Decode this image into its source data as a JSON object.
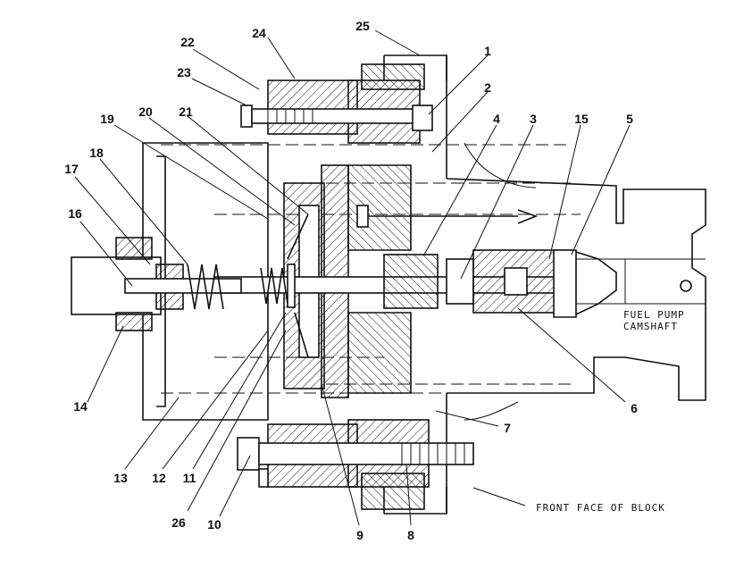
{
  "callouts": [
    {
      "id": "1",
      "text": "1"
    },
    {
      "id": "2",
      "text": "2"
    },
    {
      "id": "3",
      "text": "3"
    },
    {
      "id": "4",
      "text": "4"
    },
    {
      "id": "5",
      "text": "5"
    },
    {
      "id": "6",
      "text": "6"
    },
    {
      "id": "7",
      "text": "7"
    },
    {
      "id": "8",
      "text": "8"
    },
    {
      "id": "9",
      "text": "9"
    },
    {
      "id": "10",
      "text": "10"
    },
    {
      "id": "11",
      "text": "11"
    },
    {
      "id": "12",
      "text": "12"
    },
    {
      "id": "13",
      "text": "13"
    },
    {
      "id": "14",
      "text": "14"
    },
    {
      "id": "15",
      "text": "15"
    },
    {
      "id": "16",
      "text": "16"
    },
    {
      "id": "17",
      "text": "17"
    },
    {
      "id": "18",
      "text": "18"
    },
    {
      "id": "19",
      "text": "19"
    },
    {
      "id": "20",
      "text": "20"
    },
    {
      "id": "21",
      "text": "21"
    },
    {
      "id": "22",
      "text": "22"
    },
    {
      "id": "23",
      "text": "23"
    },
    {
      "id": "24",
      "text": "24"
    },
    {
      "id": "25",
      "text": "25"
    },
    {
      "id": "26",
      "text": "26"
    }
  ],
  "notes": {
    "camshaft_line1": "FUEL PUMP",
    "camshaft_line2": "CAMSHAFT",
    "front_face": "FRONT FACE OF BLOCK"
  },
  "colors": {
    "ink": "#111111",
    "paper": "#ffffff"
  }
}
